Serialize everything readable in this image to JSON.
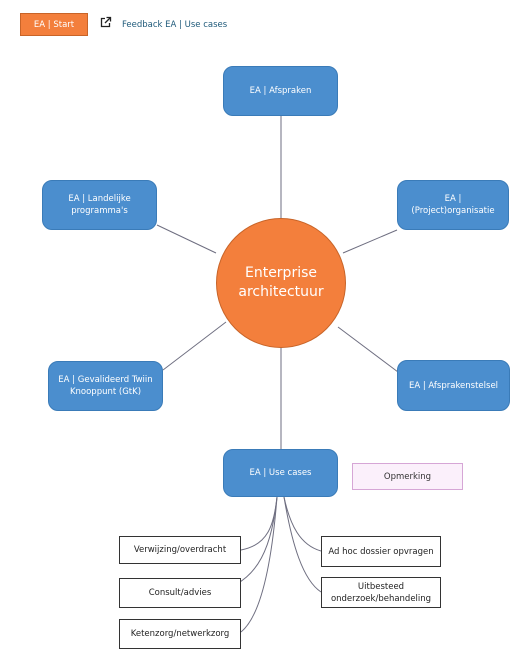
{
  "header": {
    "start_button": "EA | Start",
    "feedback_link": "Feedback EA | Use cases"
  },
  "center": {
    "line1": "Enterprise",
    "line2": "architectuur"
  },
  "nodes": {
    "afspraken": "EA | Afspraken",
    "landelijke_line1": "EA | Landelijke",
    "landelijke_line2": "programma's",
    "organisatie_line1": "EA |",
    "organisatie_line2": "(Project)organisatie",
    "gtk_line1": "EA | Gevalideerd Twiin",
    "gtk_line2": "Knooppunt (GtK)",
    "afsprakenstelsel": "EA | Afsprakenstelsel",
    "use_cases": "EA | Use cases"
  },
  "remark": "Opmerking",
  "use_cases": {
    "verwijzing": "Verwijzing/overdracht",
    "consult": "Consult/advies",
    "ketenzorg": "Ketenzorg/netwerkzorg",
    "ad_hoc": "Ad hoc dossier opvragen",
    "uitbesteed_line1": "Uitbesteed",
    "uitbesteed_line2": "onderzoek/behandeling"
  },
  "colors": {
    "accent_orange": "#f37f3c",
    "node_blue": "#4b8ece",
    "connector": "#6e6e80",
    "remark_fill": "#fbf0fb",
    "remark_border": "#d6a6d6",
    "link": "#1f5a7a"
  },
  "icons": {
    "external_link": "external-link-icon"
  }
}
